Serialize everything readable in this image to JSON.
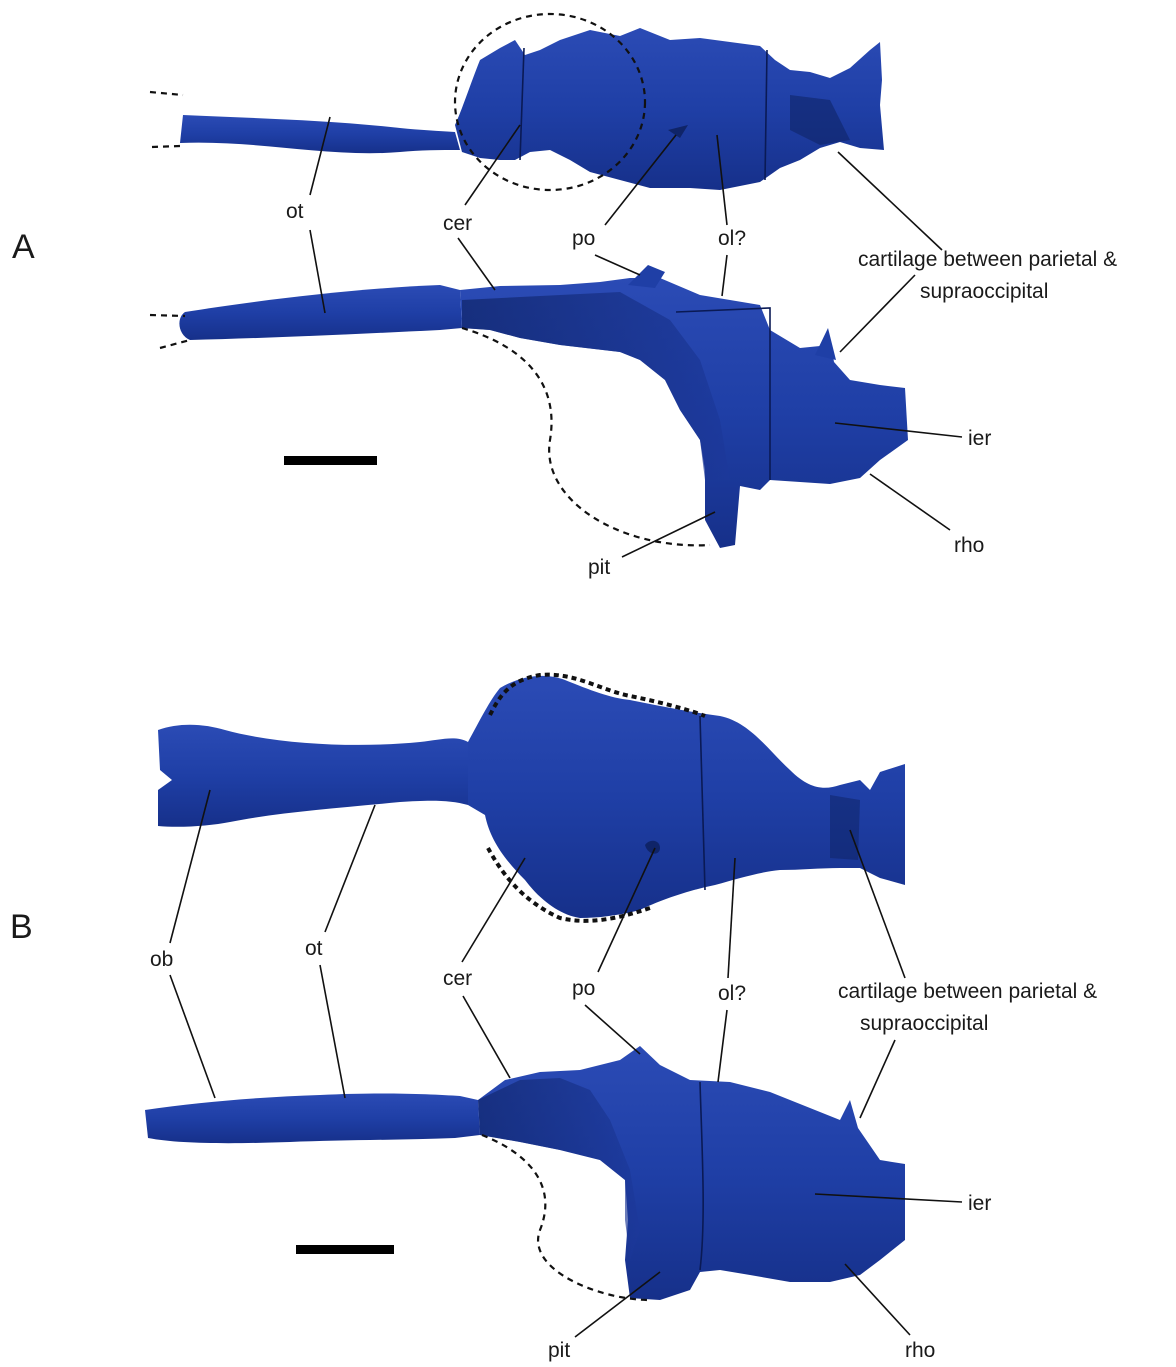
{
  "panels": [
    {
      "id": "A",
      "label": "A"
    },
    {
      "id": "B",
      "label": "B"
    }
  ],
  "labels": {
    "A": {
      "ot": "ot",
      "cer": "cer",
      "po": "po",
      "ol": "ol?",
      "cartilage_line1": "cartilage between parietal &",
      "cartilage_line2": "supraoccipital",
      "ier": "ier",
      "rho": "rho",
      "pit": "pit"
    },
    "B": {
      "ob": "ob",
      "ot": "ot",
      "cer": "cer",
      "po": "po",
      "ol": "ol?",
      "cartilage_line1": "cartilage between parietal &",
      "cartilage_line2": "supraoccipital",
      "ier": "ier",
      "rho": "rho",
      "pit": "pit"
    }
  },
  "colors": {
    "endocast": "#1f3fa6",
    "endocast_dark": "#122a7a",
    "endocast_light": "#3a5cc4",
    "ink": "#111111",
    "background": "#ffffff"
  }
}
